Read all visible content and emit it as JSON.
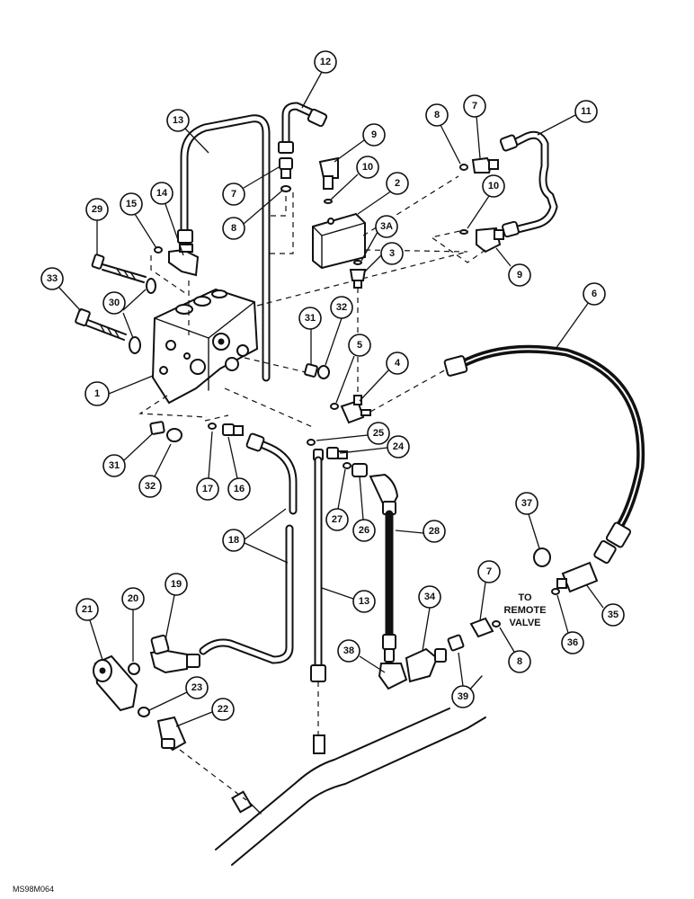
{
  "callouts": {
    "c1": "1",
    "c2": "2",
    "c3": "3",
    "c3a": "3A",
    "c4": "4",
    "c5": "5",
    "c6": "6",
    "c7a": "7",
    "c7b": "7",
    "c7c": "7",
    "c8a": "8",
    "c8b": "8",
    "c8c": "8",
    "c9a": "9",
    "c9b": "9",
    "c10a": "10",
    "c10b": "10",
    "c11": "11",
    "c12": "12",
    "c13a": "13",
    "c13b": "13",
    "c14": "14",
    "c15": "15",
    "c16": "16",
    "c17": "17",
    "c18": "18",
    "c19": "19",
    "c20": "20",
    "c21": "21",
    "c22": "22",
    "c23": "23",
    "c24": "24",
    "c25": "25",
    "c26": "26",
    "c27": "27",
    "c28": "28",
    "c29": "29",
    "c30": "30",
    "c31a": "31",
    "c31b": "31",
    "c32a": "32",
    "c32b": "32",
    "c33": "33",
    "c34": "34",
    "c35": "35",
    "c36": "36",
    "c37": "37",
    "c38": "38",
    "c39": "39"
  },
  "note": {
    "line1": "TO",
    "line2": "REMOTE",
    "line3": "VALVE"
  },
  "drawing_code": "MS98M064"
}
